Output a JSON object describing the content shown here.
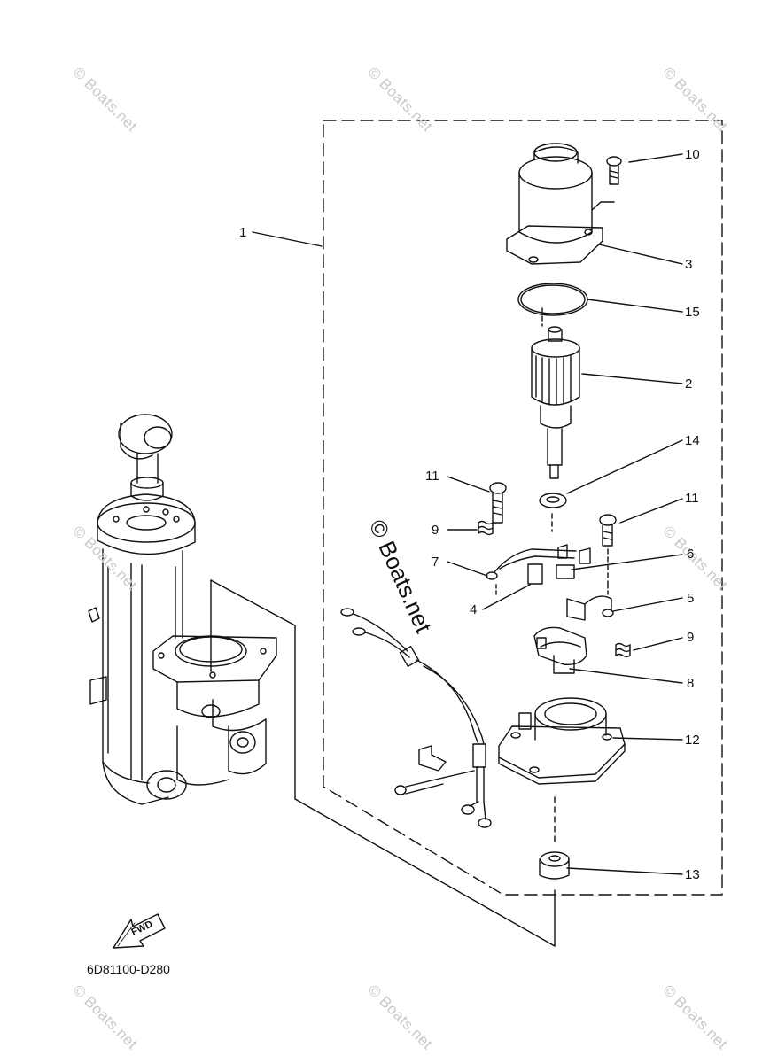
{
  "watermark": "© Boats.net",
  "main_watermark": "© Boats.net",
  "figure_code": "6D81100-D280",
  "fwd_label": "FWD",
  "callouts": {
    "c1": "1",
    "c2": "2",
    "c3": "3",
    "c4": "4",
    "c5": "5",
    "c6": "6",
    "c7": "7",
    "c8": "8",
    "c9a": "9",
    "c9b": "9",
    "c10": "10",
    "c11a": "11",
    "c11b": "11",
    "c12": "12",
    "c13": "13",
    "c14": "14",
    "c15": "15"
  }
}
